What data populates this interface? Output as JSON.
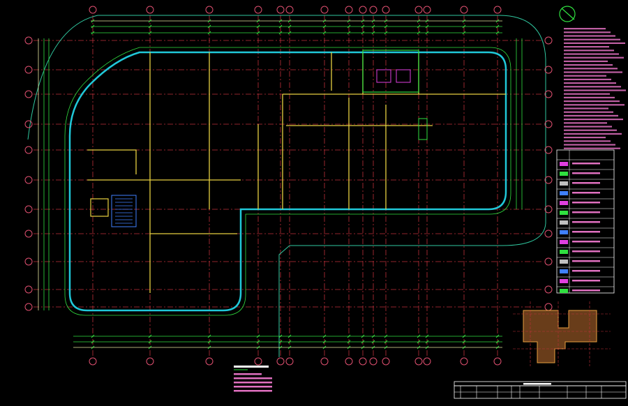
{
  "drawing": {
    "type": "architectural floor plan (CAD)",
    "background": "#000000"
  },
  "colors": {
    "grid": "#c0303a",
    "bubble": "#e05070",
    "wall_outline": "#20c8d8",
    "site_line": "#30c8a0",
    "dimension": "#30e040",
    "interior_wall": "#e8d040",
    "notes_text": "#e070c0",
    "key_plan_fill": "#c07030",
    "title_block": "#ffffff"
  },
  "notes": {
    "line_count": 34
  },
  "title_table": {
    "columns": 10,
    "rows": 2
  }
}
